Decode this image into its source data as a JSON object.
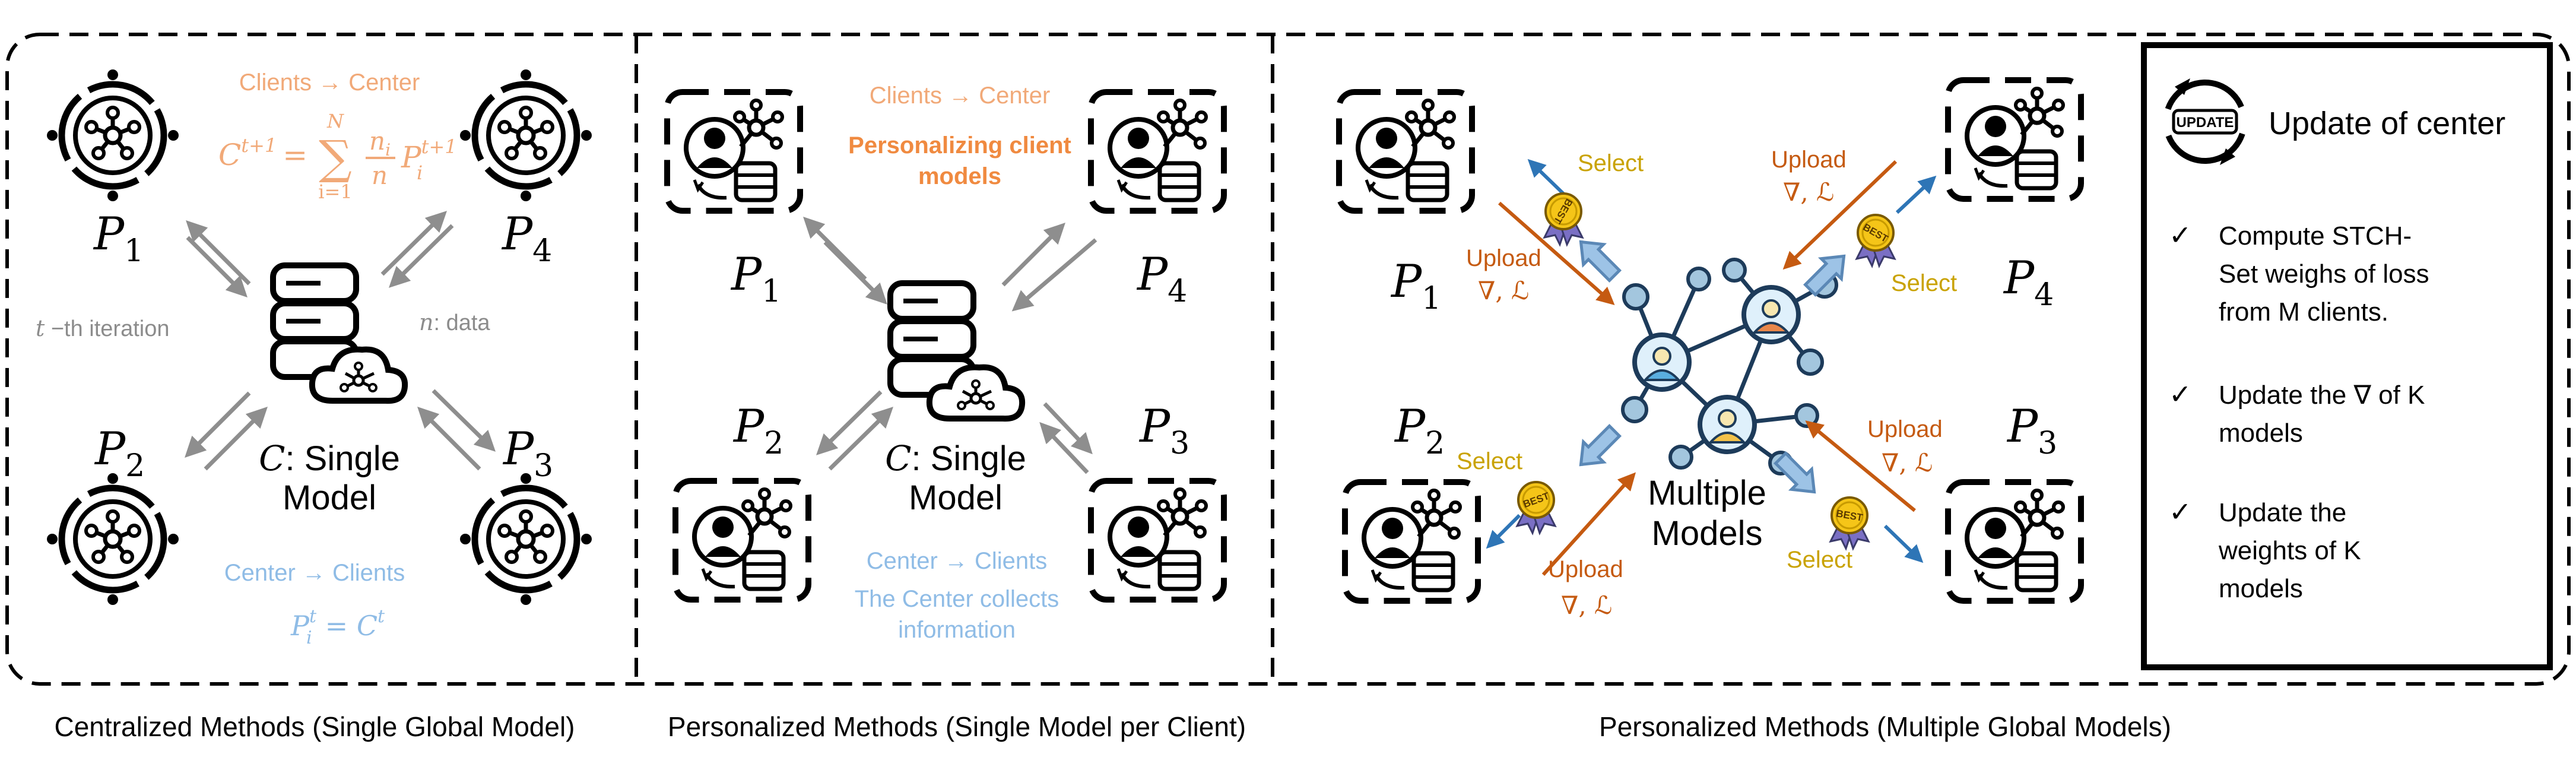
{
  "colors": {
    "gray_text": "#8c8c8c",
    "gray_arrow": "#8e8e8e",
    "orange": "#f1a978",
    "dark_orange": "#c55a11",
    "light_blue": "#8fbce6",
    "gold": "#c9a200",
    "blue_arrow": "#2e75b6",
    "wide_arrow_fill": "#9dc3e6",
    "wide_arrow_stroke": "#5b88b6",
    "avatar_blue": "#5aaee0",
    "avatar_orange": "#e8874a",
    "avatar_yellow": "#f3c24a",
    "node_fill": "#a3c6de"
  },
  "panel1": {
    "top_label": "Clients → Center",
    "formula": {
      "lhs": "C",
      "lhs_sup": "t+1",
      "eq": "=",
      "sum_top": "N",
      "sum_sign": "∑",
      "sum_bot": "i=1",
      "frac_num": "n",
      "frac_num_sub": "i",
      "frac_den": "n",
      "rhs": "P",
      "rhs_sub": "i",
      "rhs_sup": "t+1"
    },
    "iteration_label": {
      "var": "t",
      "text": " −th iteration"
    },
    "data_label": {
      "var": "n",
      "text": ":  data"
    },
    "center_label": {
      "var": "C",
      "text": ": Single",
      "line2": "Model"
    },
    "bottom_label": "Center → Clients",
    "bottom_formula": {
      "lhs": "P",
      "lhs_sub": "i",
      "lhs_sup": "t",
      "eq": " = ",
      "rhs": "C",
      "rhs_sup": "t"
    },
    "clients": [
      {
        "letter": "P",
        "sub": "1"
      },
      {
        "letter": "P",
        "sub": "4"
      },
      {
        "letter": "P",
        "sub": "2"
      },
      {
        "letter": "P",
        "sub": "3"
      }
    ],
    "caption": "Centralized Methods (Single Global Model)"
  },
  "panel2": {
    "top_label": "Clients → Center",
    "highlight_line1": "Personalizing client",
    "highlight_line2": "models",
    "center_label": {
      "var": "C",
      "text": ": Single",
      "line2": "Model"
    },
    "bottom_line1": "Center → Clients",
    "bottom_line2": "The Center collects",
    "bottom_line3": "information",
    "clients": [
      {
        "letter": "P",
        "sub": "1"
      },
      {
        "letter": "P",
        "sub": "4"
      },
      {
        "letter": "P",
        "sub": "2"
      },
      {
        "letter": "P",
        "sub": "3"
      }
    ],
    "caption": "Personalized Methods (Single Model per Client)"
  },
  "panel3": {
    "clients": [
      {
        "letter": "P",
        "sub": "1"
      },
      {
        "letter": "P",
        "sub": "4"
      },
      {
        "letter": "P",
        "sub": "2"
      },
      {
        "letter": "P",
        "sub": "3"
      }
    ],
    "upload_label": "Upload",
    "grad_loss": "∇, ℒ",
    "select_label": "Select",
    "medal_text": "BEST",
    "center_line1": "Multiple",
    "center_line2": "Models",
    "caption": "Personalized Methods (Multiple Global Models)"
  },
  "panel4": {
    "badge_text": "UPDATE",
    "title": "Update of center",
    "check": "✓",
    "items": [
      [
        "Compute STCH-",
        "Set weighs of loss",
        "from M clients."
      ],
      [
        "Update the ∇ of K",
        "models"
      ],
      [
        "Update the",
        "weights of K",
        "models"
      ]
    ]
  }
}
